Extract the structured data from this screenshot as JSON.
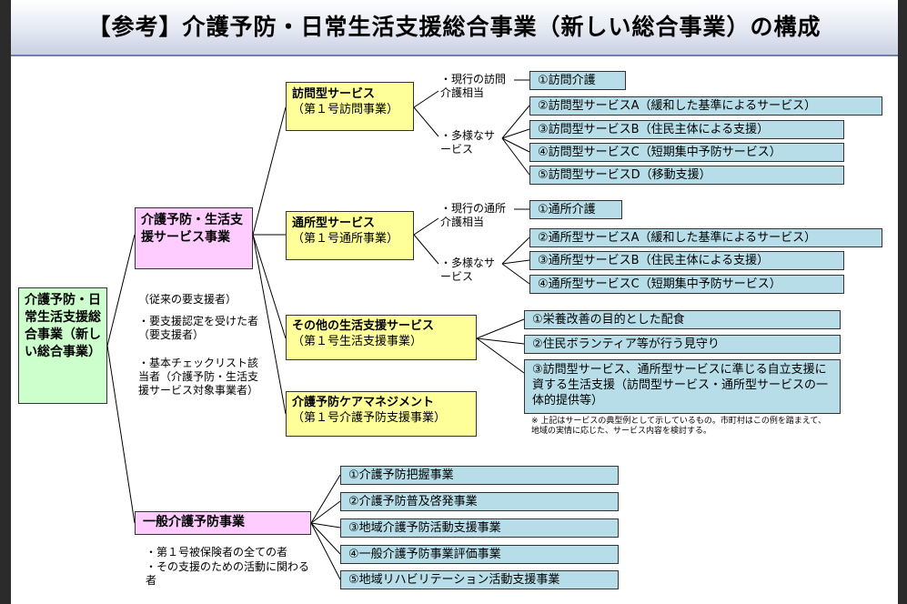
{
  "title": "【参考】介護予防・日常生活支援総合事業（新しい総合事業）の構成",
  "root": "介護予防・日常生活支援総合事業（新しい総合事業）",
  "left_notes": {
    "line1": "（従来の要支援者）",
    "line2": "・要支援認定を受けた者（要支援者）",
    "line3": "・基本チェックリスト該当者（介護予防・生活支援サービス対象事業者）"
  },
  "branch1": {
    "label": "介護予防・生活支援サービス事業",
    "visit": {
      "title": "訪問型サービス",
      "sub": "（第１号訪問事業）",
      "current_label": "・現行の訪問介護相当",
      "diverse_label": "・多様なサービス",
      "current_item": "①訪問介護",
      "items": [
        "②訪問型サービスA（緩和した基準によるサービス）",
        "③訪問型サービスB（住民主体による支援）",
        "④訪問型サービスC（短期集中予防サービス）",
        "⑤訪問型サービスD（移動支援）"
      ]
    },
    "day": {
      "title": "通所型サービス",
      "sub": "（第１号通所事業）",
      "current_label": "・現行の通所介護相当",
      "diverse_label": "・多様なサービス",
      "current_item": "①通所介護",
      "items": [
        "②通所型サービスA（緩和した基準によるサービス）",
        "③通所型サービスB（住民主体による支援）",
        "④通所型サービスC（短期集中予防サービス）"
      ]
    },
    "other": {
      "title": "その他の生活支援サービス",
      "sub": "（第１号生活支援事業）",
      "items": [
        "①栄養改善の目的とした配食",
        "②住民ボランティア等が行う見守り",
        "③訪問型サービス、通所型サービスに準じる自立支援に資する生活支援（訪問型サービス・通所型サービスの一体的提供等）"
      ],
      "note": "※ 上記はサービスの典型例として示しているもの。市町村はこの例を踏まえて、地域の実情に応じた、サービス内容を検討する。"
    },
    "care": {
      "title": "介護予防ケアマネジメント",
      "sub": "（第１号介護予防支援事業）"
    }
  },
  "branch2": {
    "label": "一般介護予防事業",
    "notes": {
      "line1": "・第１号被保険者の全ての者",
      "line2": "・その支援のための活動に関わる者"
    },
    "items": [
      "①介護予防把握事業",
      "②介護予防普及啓発事業",
      "③地域介護予防活動支援事業",
      "④一般介護予防事業評価事業",
      "⑤地域リハビリテーション活動支援事業"
    ]
  }
}
